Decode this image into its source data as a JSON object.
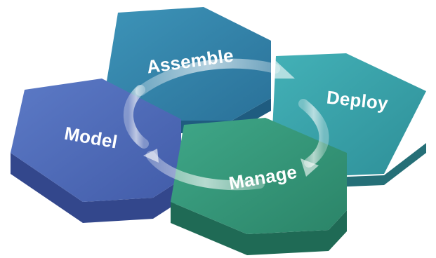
{
  "diagram": {
    "nodes": [
      {
        "id": "model",
        "label": "Model",
        "color": "#4a66b5"
      },
      {
        "id": "assemble",
        "label": "Assemble",
        "color": "#2f7ea8"
      },
      {
        "id": "deploy",
        "label": "Deploy",
        "color": "#36a2a9"
      },
      {
        "id": "manage",
        "label": "Manage",
        "color": "#31947c"
      }
    ],
    "cycle": [
      "Assemble",
      "Deploy",
      "Manage",
      "Model"
    ]
  }
}
